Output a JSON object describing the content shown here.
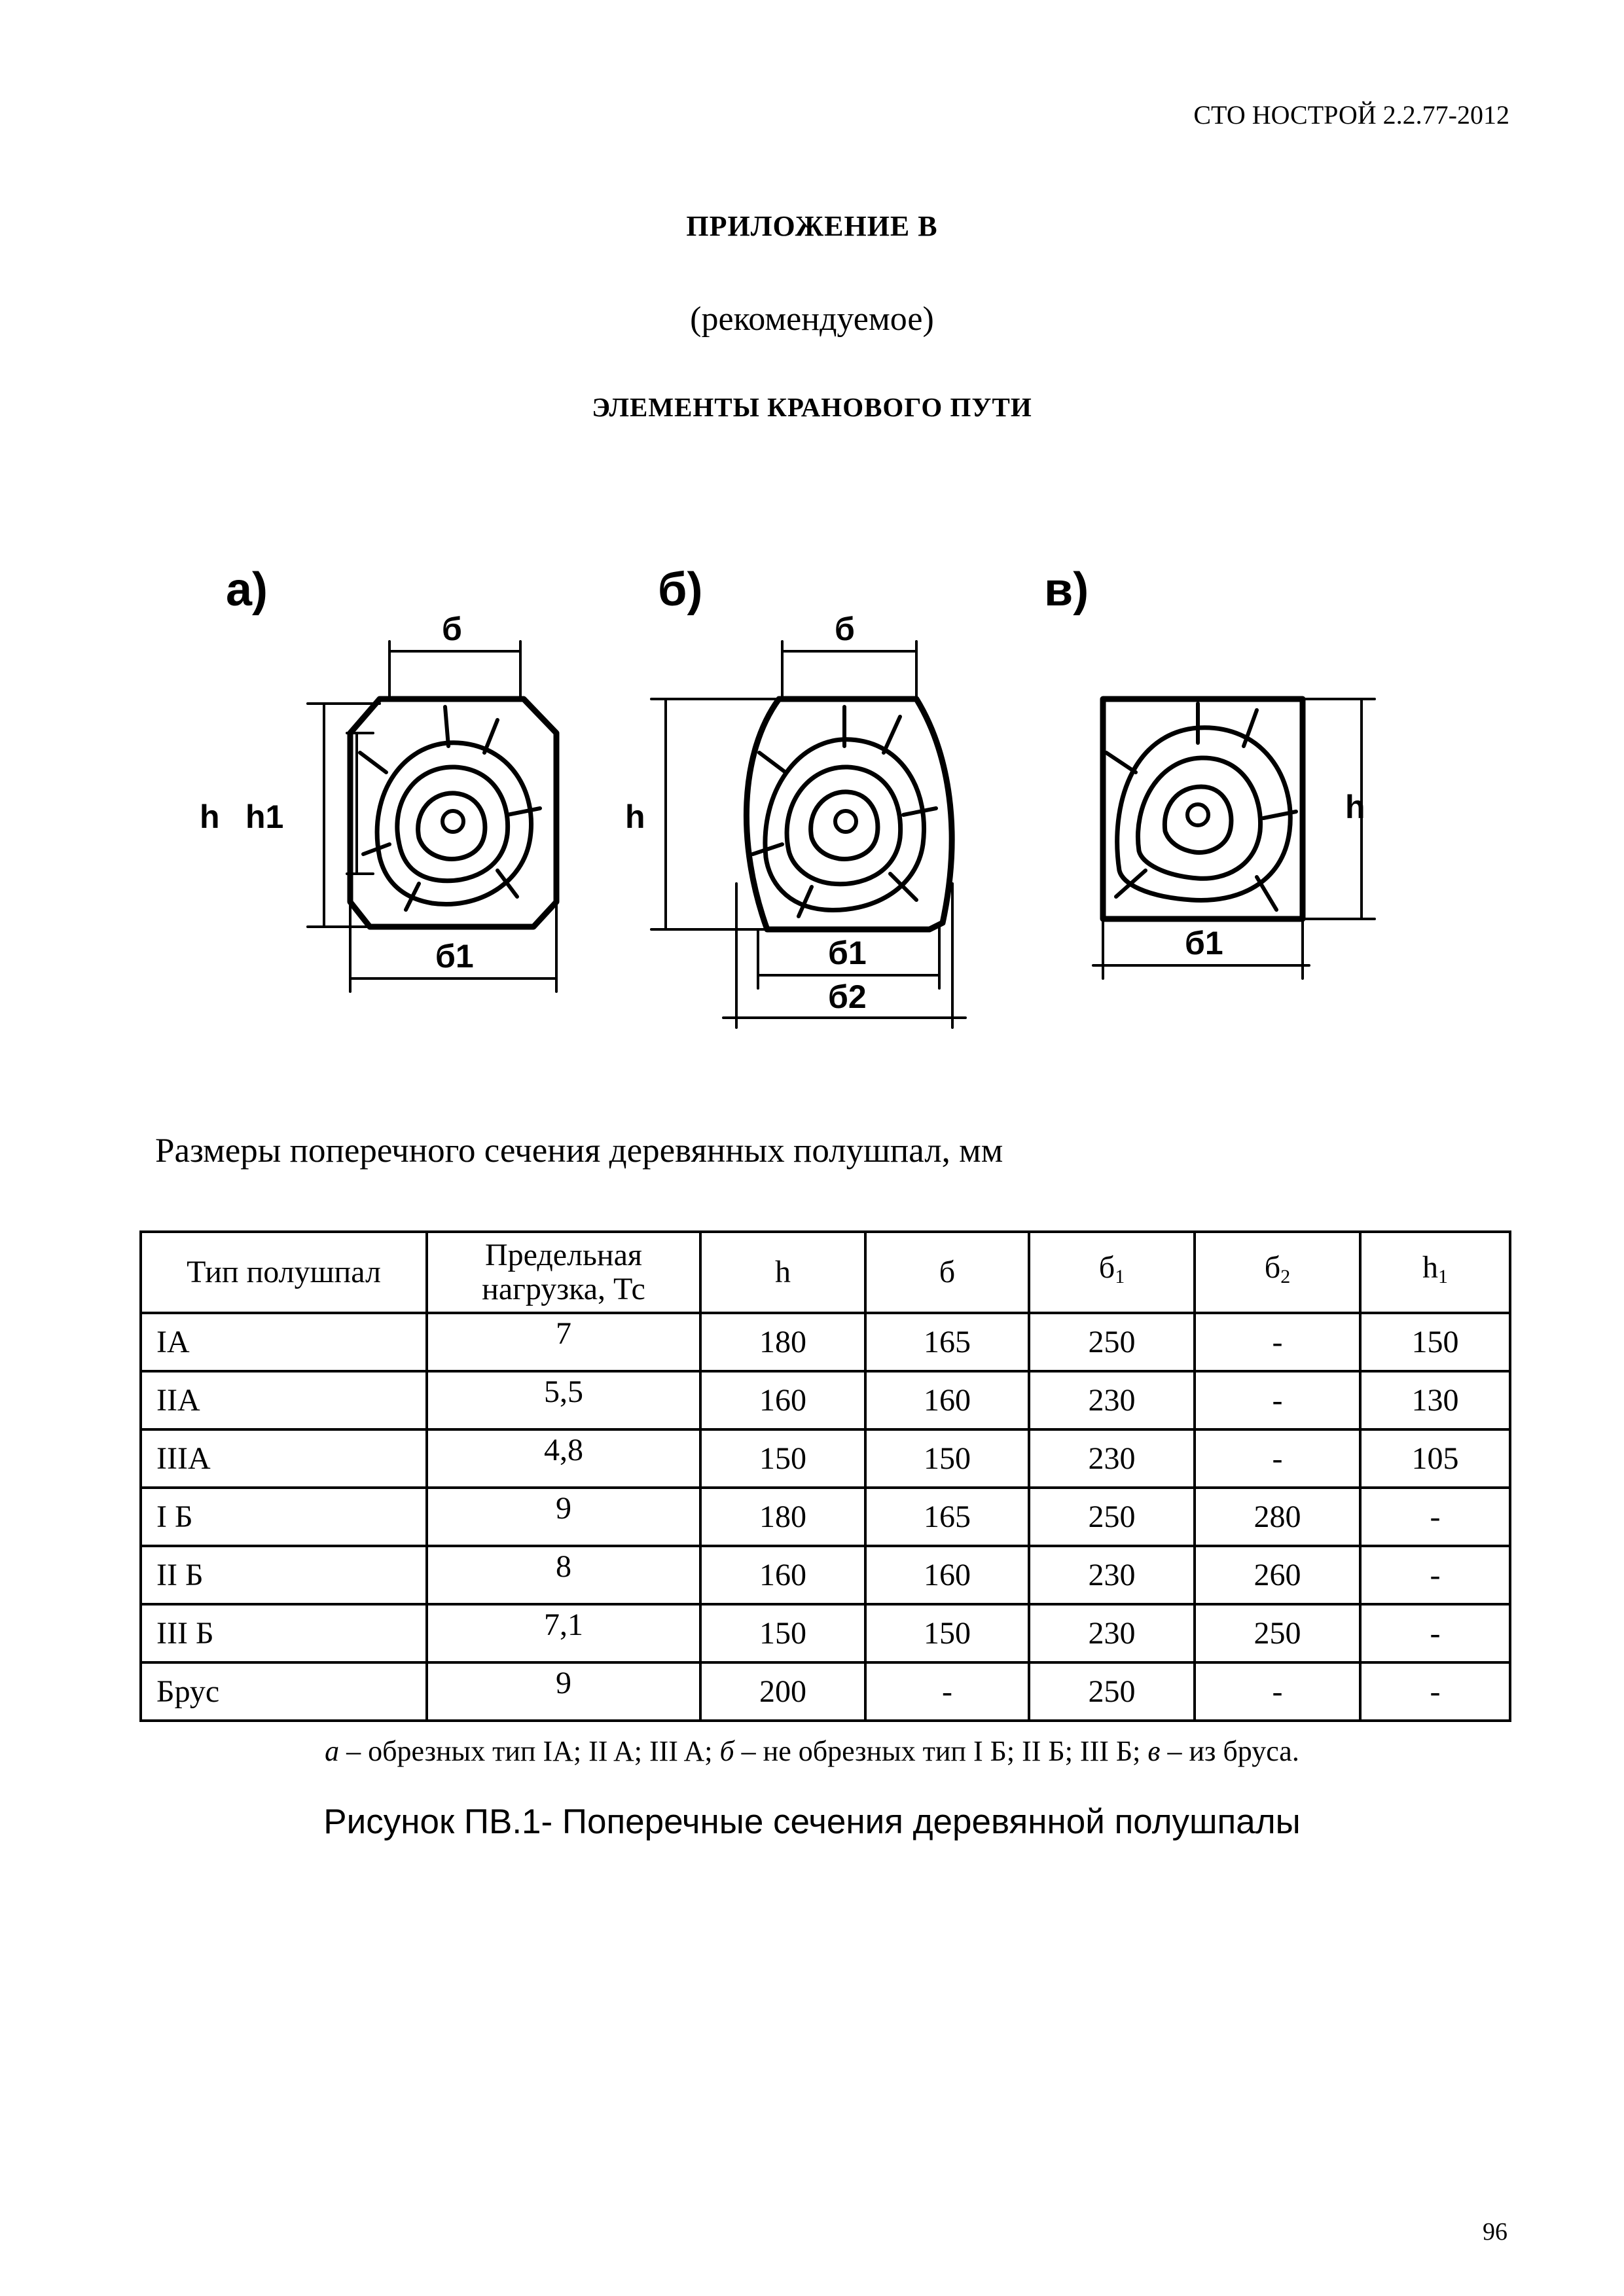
{
  "header": {
    "standard_code": "СТО НОСТРОЙ 2.2.77-2012"
  },
  "appendix": {
    "title": "ПРИЛОЖЕНИЕ В",
    "status": "(рекомендуемое)",
    "section_title": "ЭЛЕМЕНТЫ КРАНОВОГО ПУТИ"
  },
  "figure": {
    "panels": [
      {
        "letter": "а)",
        "dims": [
          "б",
          "h",
          "h1",
          "б1"
        ]
      },
      {
        "letter": "б)",
        "dims": [
          "б",
          "h",
          "б1",
          "б2"
        ]
      },
      {
        "letter": "в)",
        "dims": [
          "h",
          "б1"
        ]
      }
    ]
  },
  "table": {
    "caption": "Размеры поперечного сечения деревянных полушпал, мм",
    "headers": {
      "type": "Тип полушпал",
      "load_line1": "Предельная",
      "load_line2": "нагрузка, Тс",
      "h": "h",
      "b": "б",
      "b1_base": "б",
      "b1_sub": "1",
      "b2_base": "б",
      "b2_sub": "2",
      "h1_base": "h",
      "h1_sub": "1"
    },
    "rows": [
      [
        "IА",
        "7",
        "180",
        "165",
        "250",
        "-",
        "150"
      ],
      [
        "IIА",
        "5,5",
        "160",
        "160",
        "230",
        "-",
        "130"
      ],
      [
        "IIIА",
        "4,8",
        "150",
        "150",
        "230",
        "-",
        "105"
      ],
      [
        "I Б",
        "9",
        "180",
        "165",
        "250",
        "280",
        "-"
      ],
      [
        "II Б",
        "8",
        "160",
        "160",
        "230",
        "260",
        "-"
      ],
      [
        "III Б",
        "7,1",
        "150",
        "150",
        "230",
        "250",
        "-"
      ],
      [
        "Брус",
        "9",
        "200",
        "-",
        "250",
        "-",
        "-"
      ]
    ]
  },
  "note": {
    "a_letter": "а",
    "a_text": " – обрезных тип  IA;  II A; III A; ",
    "b_letter": "б",
    "b_text": " – не обрезных тип  I Б; II Б; III Б; ",
    "v_letter": "в",
    "v_text": " – из бруса."
  },
  "figure_caption": "Рисунок ПВ.1- Поперечные сечения деревянной полушпалы",
  "page_number": "96"
}
